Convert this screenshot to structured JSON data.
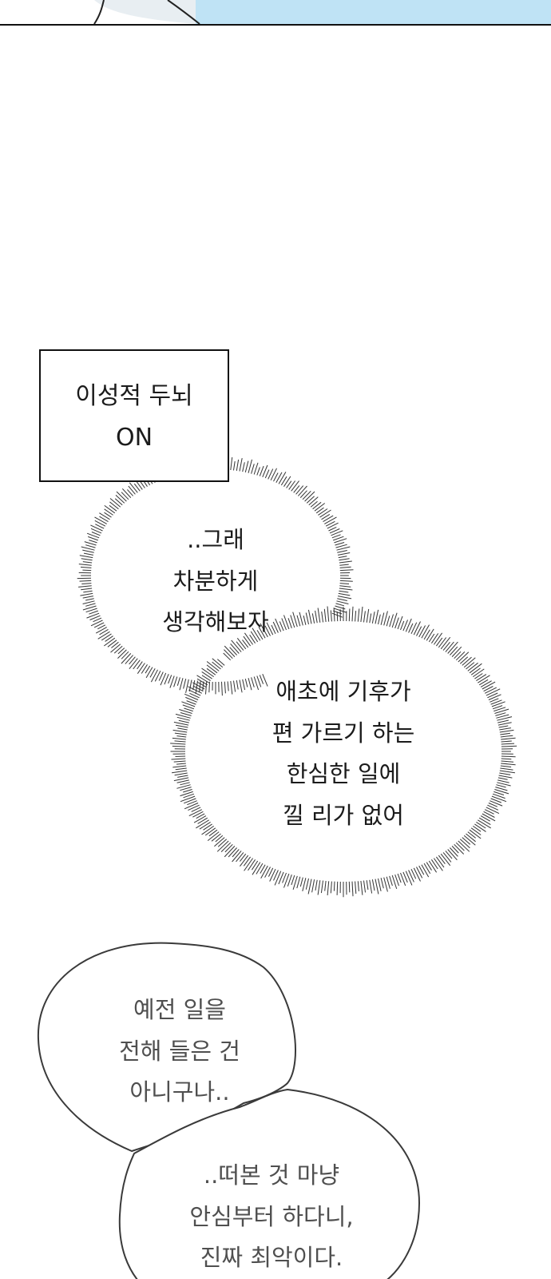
{
  "narration": {
    "lines": [
      "이성적 두뇌",
      "ON"
    ]
  },
  "thought_bubble_1": {
    "lines": [
      "..그래",
      "차분하게",
      "생각해보자"
    ]
  },
  "thought_bubble_2": {
    "lines": [
      "애초에 기후가",
      "편 가르기 하는",
      "한심한 일에",
      "낄 리가 없어"
    ]
  },
  "speech_bubble_1": {
    "lines": [
      "예전 일을",
      "전해 들은 건",
      "아니구나.."
    ]
  },
  "speech_bubble_2": {
    "lines": [
      "..떠본 것 마냥",
      "안심부터 하다니,",
      "진짜 최악이다."
    ]
  },
  "colors": {
    "sky": "#bfe3f5",
    "ink": "#1b1b1b",
    "bubble_outline": "#333333"
  }
}
